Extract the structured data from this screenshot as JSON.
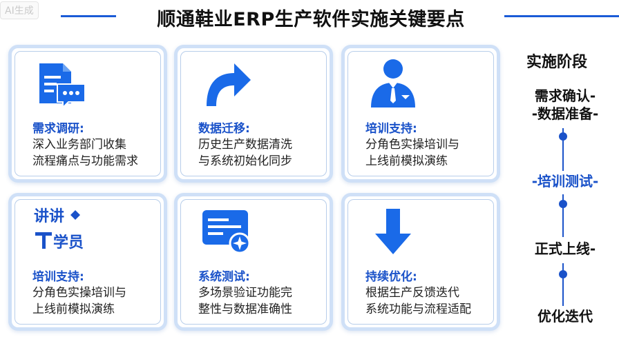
{
  "watermark": "AI生成",
  "title": "顺通鞋业ERP生产软件实施关键要点",
  "cards": [
    {
      "head": "需求调研:",
      "line1": "深入业务部门收集",
      "line2": "流程痛点与功能需求"
    },
    {
      "head": "数据迁移:",
      "line1": "历史生产数据清洗",
      "line2": "与系统初始化同步"
    },
    {
      "head": "培训支持:",
      "line1": "分角色实操培训与",
      "line2": "上线前模拟演练"
    },
    {
      "head": "培训支持:",
      "line1": "分角色实操培训与",
      "line2": "上线前模拟演练"
    },
    {
      "head": "系统测试:",
      "line1": "多场景验证功能完",
      "line2": "整性与数据准确性"
    },
    {
      "head": "持续优化:",
      "line1": "根据生产反馈迭代",
      "line2": "系统功能与流程适配"
    }
  ],
  "icon_labels": {
    "lecture_top": "讲讲",
    "lecture_bottom": "学员"
  },
  "side": {
    "title": "实施阶段",
    "stages": [
      {
        "line1": "需求确认-",
        "line2": "-数据准备-"
      },
      {
        "line1": "-培训测试-"
      },
      {
        "line1": "正式上线-"
      },
      {
        "line1": "优化迭代"
      }
    ]
  },
  "colors": {
    "accent": "#1a52c9",
    "icon_blue": "#1a6ae8",
    "card_border": "#cfe0f7"
  }
}
